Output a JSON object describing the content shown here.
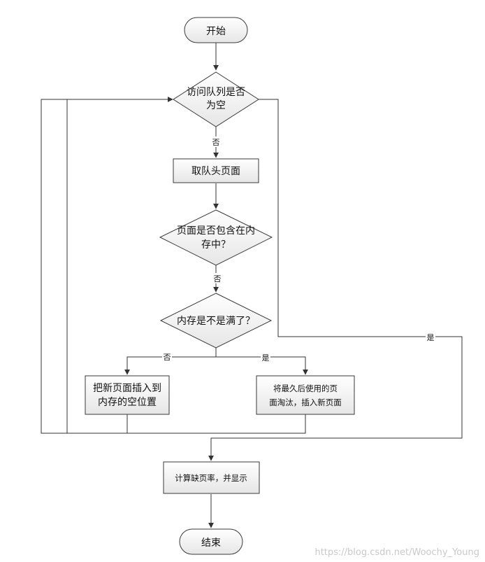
{
  "nodes": {
    "start": "开始",
    "queue_empty": [
      "访问队列是否",
      "为空"
    ],
    "take_head": "取队头页面",
    "contains": [
      "页面是否包含在内",
      "存中？"
    ],
    "memory_full": "内存是不是满了？",
    "insert_empty": [
      "把新页面插入到",
      "内存的空位置"
    ],
    "replace_lru": [
      "将最久后使用的页",
      "面淘汰，插入新页面"
    ],
    "compute": "计算缺页率，并显示",
    "end": "结束"
  },
  "edge_labels": {
    "no_1": "否",
    "no_2": "否",
    "no_3": "否",
    "yes_full": "是",
    "yes_empty": "是"
  },
  "watermark": "https://blog.csdn.net/Woochy_Young"
}
